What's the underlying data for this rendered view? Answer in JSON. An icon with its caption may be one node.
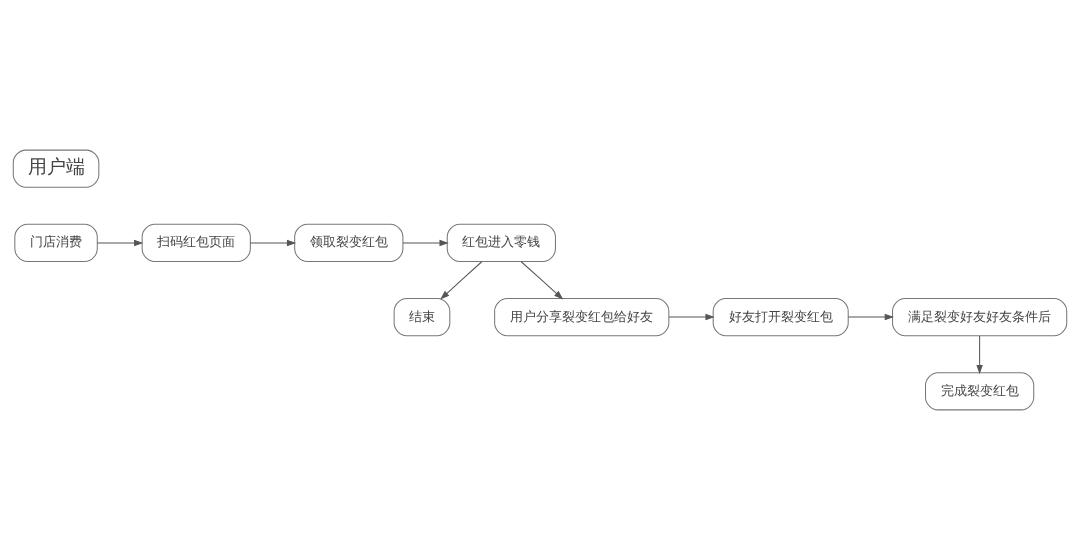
{
  "diagram": {
    "nodes": [
      {
        "text": [
          "用户端"
        ]
      },
      {
        "text": [
          "门店消费"
        ]
      },
      {
        "text": [
          "扫码红包页面"
        ]
      },
      {
        "text": [
          "领取裂变红包"
        ]
      },
      {
        "text": [
          "红包进入零钱"
        ]
      },
      {
        "text": [
          "结束"
        ]
      },
      {
        "text": [
          "用户分享裂变红包给好友"
        ]
      },
      {
        "text": [
          "好友打开裂变红包"
        ]
      },
      {
        "text": [
          "满足裂变好友好友条件后"
        ]
      },
      {
        "text": [
          "完成裂变红包"
        ]
      }
    ],
    "edges": [
      {
        "from": 1,
        "to": 2,
        "arrow": "to"
      },
      {
        "from": 2,
        "to": 3,
        "arrow": "to"
      },
      {
        "from": 3,
        "to": 4,
        "arrow": "to"
      },
      {
        "from": 4,
        "to": 5,
        "arrow": "to"
      },
      {
        "from": 4,
        "to": 6,
        "arrow": "to"
      },
      {
        "from": 6,
        "to": 7,
        "arrow": "to"
      },
      {
        "from": 7,
        "to": 8,
        "arrow": "to"
      },
      {
        "from": 8,
        "to": 9,
        "arrow": "to"
      }
    ]
  }
}
